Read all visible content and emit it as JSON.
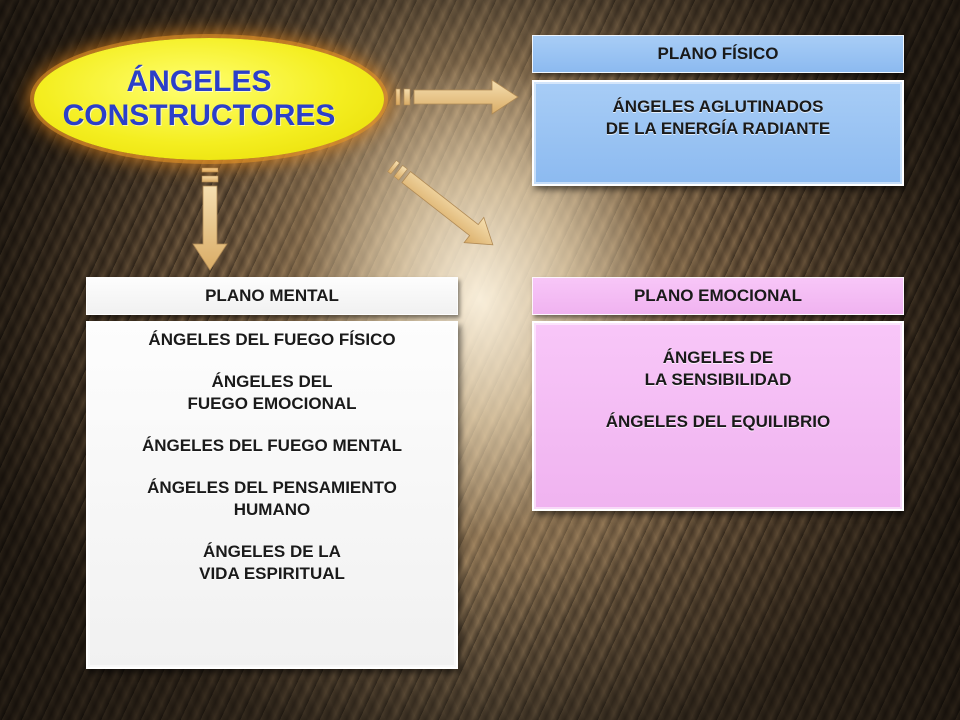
{
  "center": {
    "title": "ÁNGELES\nCONSTRUCTORES"
  },
  "fisico": {
    "header": "PLANO  FÍSICO",
    "lines": [
      "ÁNGELES AGLUTINADOS\nDE LA ENERGÍA RADIANTE"
    ]
  },
  "mental": {
    "header": "PLANO  MENTAL",
    "lines": [
      "ÁNGELES DEL FUEGO FÍSICO",
      "ÁNGELES DEL\nFUEGO EMOCIONAL",
      "ÁNGELES DEL FUEGO MENTAL",
      "ÁNGELES DEL PENSAMIENTO\nHUMANO",
      "ÁNGELES DE LA\nVIDA ESPIRITUAL"
    ]
  },
  "emocional": {
    "header": "PLANO  EMOCIONAL",
    "lines": [
      "ÁNGELES DE\nLA SENSIBILIDAD",
      "ÁNGELES DEL EQUILIBRIO"
    ]
  },
  "colors": {
    "oval": "#f4ee20",
    "oval_text": "#2b3fc9",
    "blue_box": "#9cc4f3",
    "pink_box": "#f4bdf4",
    "white_box": "#f7f7f7",
    "arrow": "#e9c98f"
  }
}
